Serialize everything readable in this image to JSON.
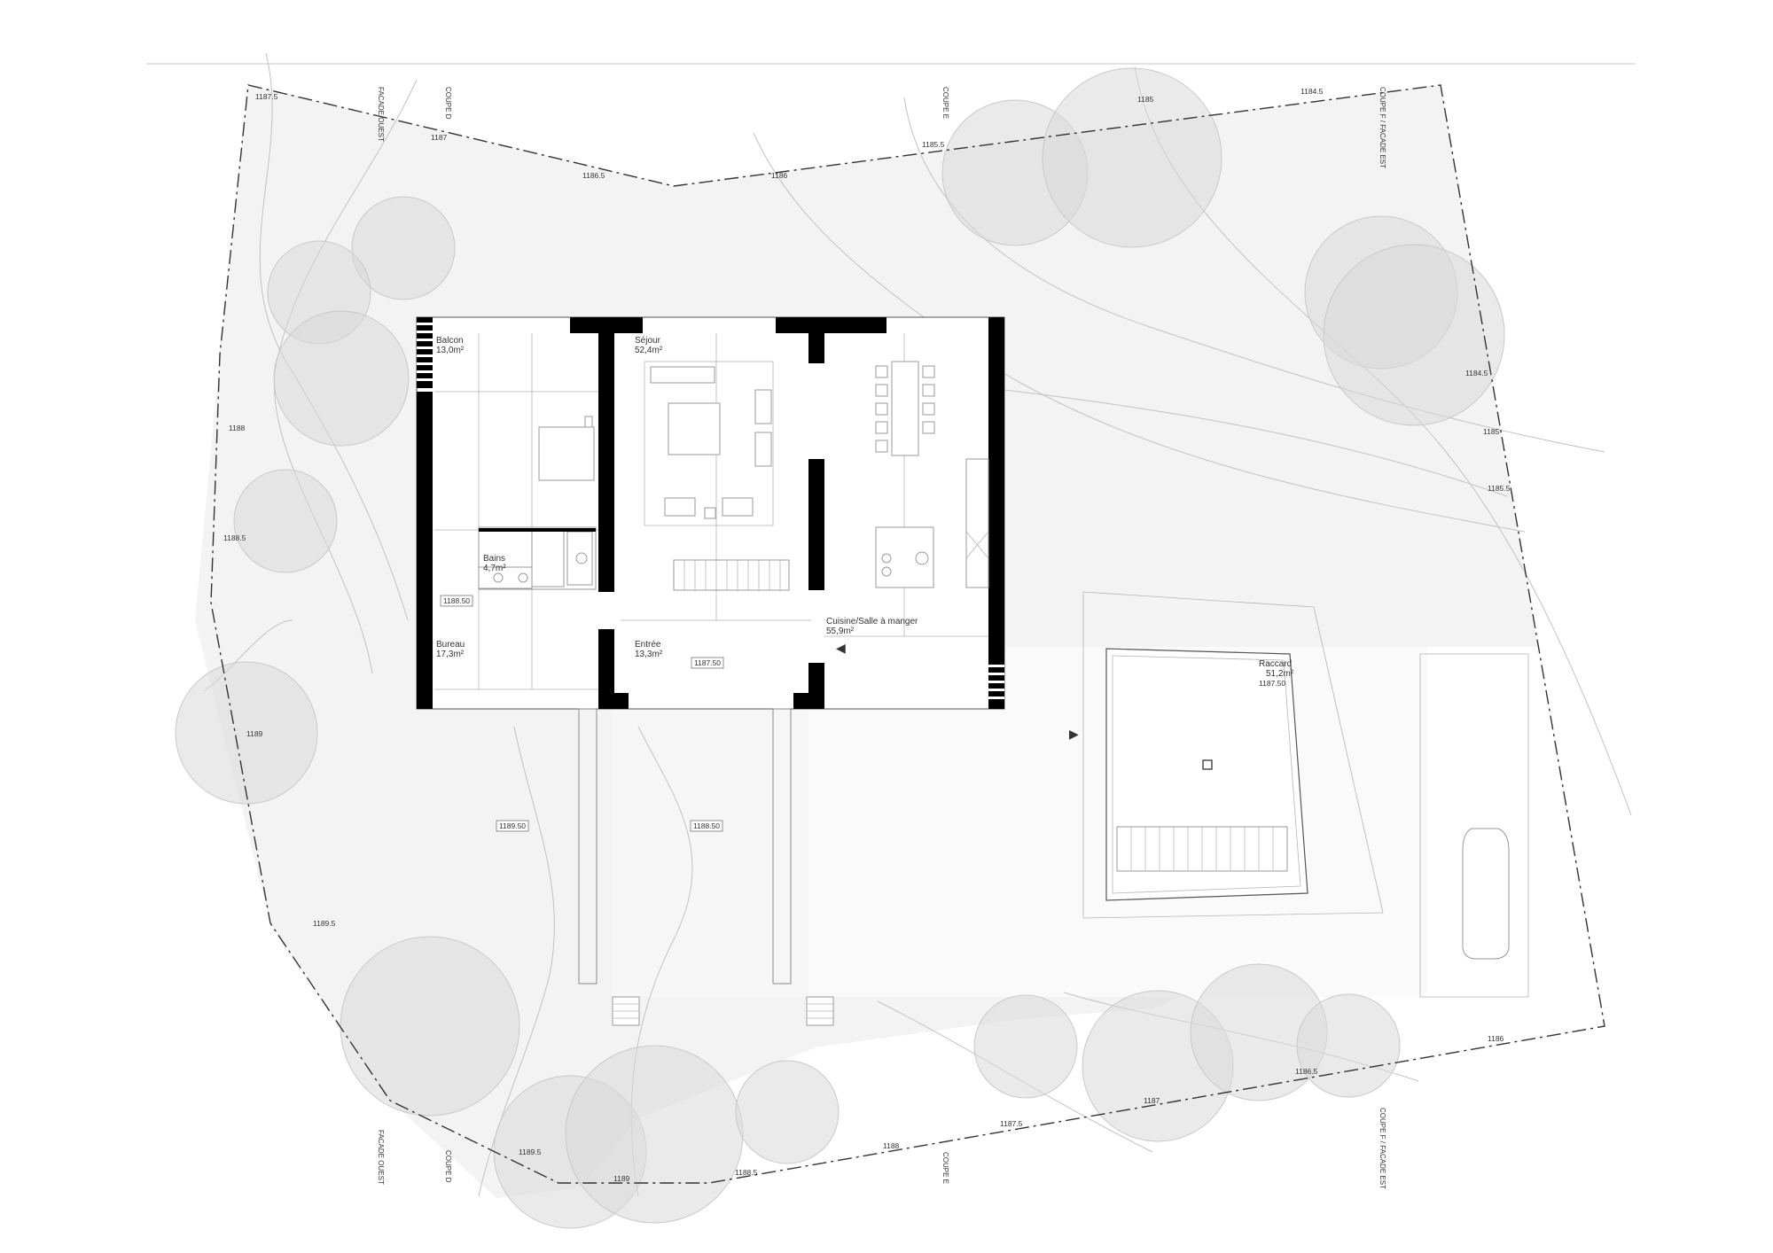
{
  "rooms": {
    "balcon": {
      "name": "Balcon",
      "area": "13,0m²"
    },
    "sejour": {
      "name": "Séjour",
      "area": "52,4m²"
    },
    "bains": {
      "name": "Bains",
      "area": "4,7m²"
    },
    "bureau": {
      "name": "Bureau",
      "area": "17,3m²"
    },
    "entree": {
      "name": "Entrée",
      "area": "13,3m²"
    },
    "cuisine": {
      "name": "Cuisine/Salle à manger",
      "area": "55,9m²"
    },
    "raccard": {
      "name": "Raccard",
      "area": "51,2m²"
    }
  },
  "levels": {
    "bureau_level": "1188.50",
    "entree_level": "1187.50",
    "raccard_level": "1187.50",
    "garden_west": "1189.50",
    "garden_center": "1188.50"
  },
  "section_labels": {
    "facade_ouest": "FACADE OUEST",
    "coupe_d": "COUPE D",
    "coupe_e": "COUPE E",
    "coupe_f": "COUPE F / FACADE EST"
  },
  "elevations": {
    "e1": "1187.5",
    "e2": "1187",
    "e3": "1186.5",
    "e4": "1186",
    "e5": "1185.5",
    "e6": "1185",
    "e7": "1184.5",
    "e8": "1184.5",
    "e9": "1185",
    "e10": "1185.5",
    "e11": "1188",
    "e12": "1188.5",
    "e13": "1189",
    "e14": "1189.5",
    "e15": "1189.5",
    "e16": "1189",
    "e17": "1188.5",
    "e18": "1188",
    "e19": "1187.5",
    "e20": "1187",
    "e21": "1186.5",
    "e22": "1186"
  }
}
